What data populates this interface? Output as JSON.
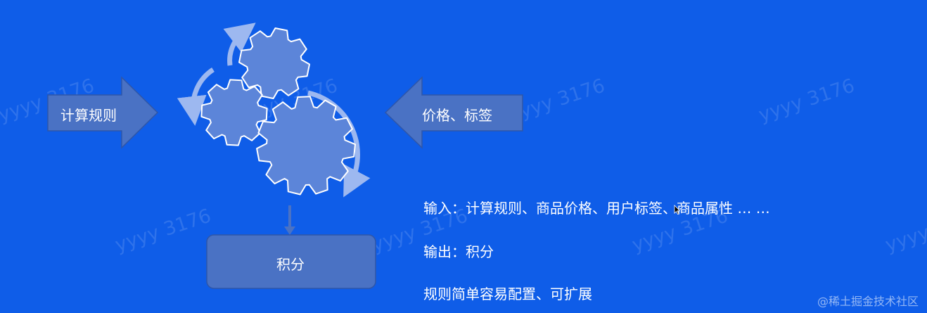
{
  "diagram": {
    "left_input_label": "计算规则",
    "right_input_label": "价格、标签",
    "output_label": "积分",
    "engine_icon": "gears-icon"
  },
  "info": {
    "input_line": "输入：计算规则、商品价格、用户标签、商品属性 … …",
    "output_line": "输出：积分",
    "feature_line": "规则简单容易配置、可扩展"
  },
  "watermark": {
    "text": "yyyy 3176"
  },
  "footer": {
    "credit": "@稀土掘金技术社区"
  },
  "colors": {
    "background": "#0f5de8",
    "shape_fill": "#4a72c4",
    "shape_border": "#2f56a8",
    "gear_fill": "#5c85d9",
    "gear_stroke": "#ffffff",
    "cycle_arrow": "#9db8f0"
  }
}
